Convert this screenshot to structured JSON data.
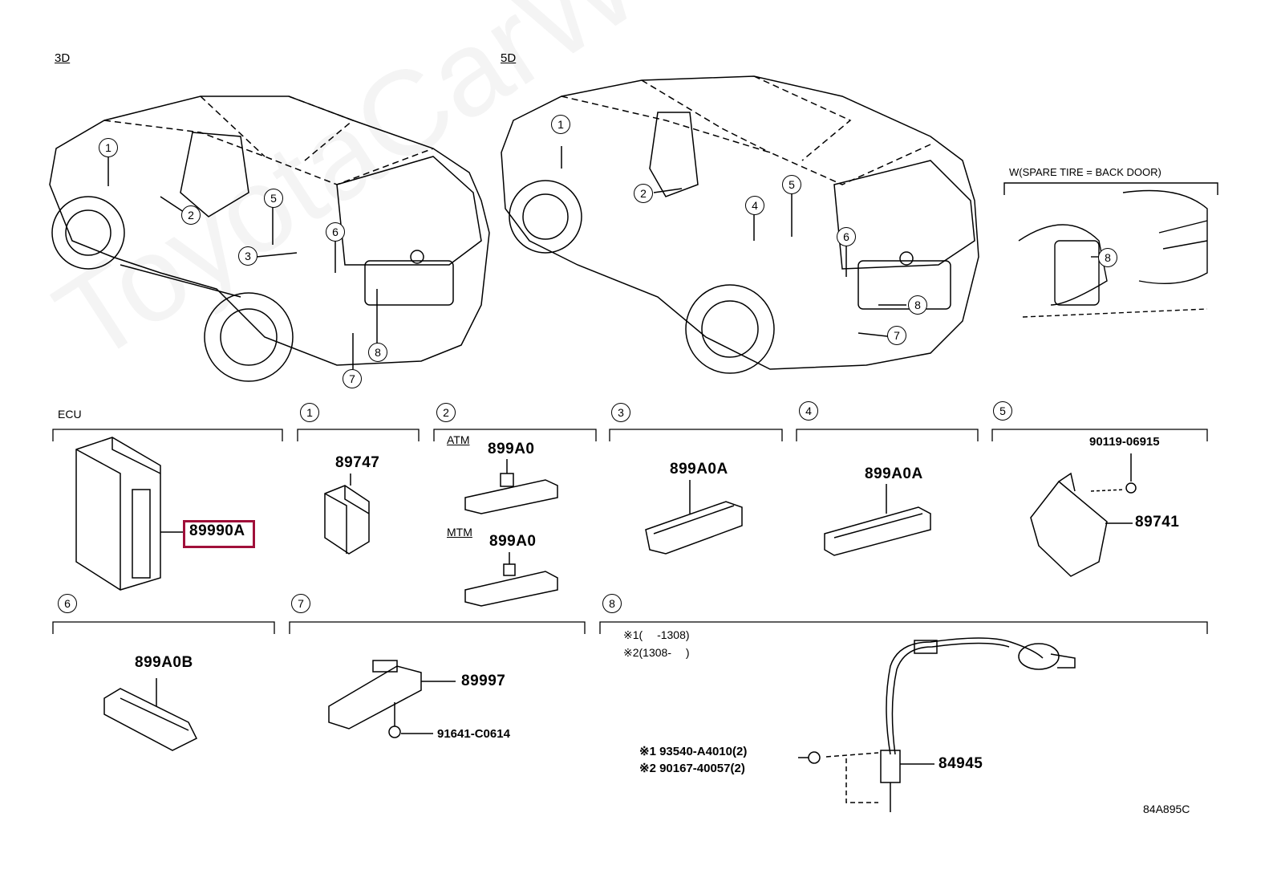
{
  "watermark": "ToyotaCarWorld.ru",
  "variants": {
    "three_door": "3D",
    "five_door": "5D"
  },
  "inset": {
    "label": "W(SPARE TIRE = BACK DOOR)"
  },
  "callouts": [
    "1",
    "2",
    "3",
    "4",
    "5",
    "6",
    "7",
    "8"
  ],
  "sections": {
    "ecu": {
      "label": "ECU",
      "part": "89990A",
      "highlighted": true
    },
    "s1": {
      "num": "1",
      "part": "89747"
    },
    "s2": {
      "num": "2",
      "atm_label": "ATM",
      "atm_part": "899A0",
      "mtm_label": "MTM",
      "mtm_part": "899A0"
    },
    "s3": {
      "num": "3",
      "part": "899A0A"
    },
    "s4": {
      "num": "4",
      "part": "899A0A"
    },
    "s5": {
      "num": "5",
      "bolt": "90119-06915",
      "part": "89741"
    },
    "s6": {
      "num": "6",
      "part": "899A0B"
    },
    "s7": {
      "num": "7",
      "part": "89997",
      "bolt": "91641-C0614"
    },
    "s8": {
      "num": "8",
      "note1": "※1(　 -1308)",
      "note2": "※2(1308-　 )",
      "bolt1": "※1 93540-A4010(2)",
      "bolt2": "※2 90167-40057(2)",
      "part": "84945"
    }
  },
  "diagram_code": "84A895C",
  "colors": {
    "highlight": "#a0103a",
    "line": "#000000"
  }
}
